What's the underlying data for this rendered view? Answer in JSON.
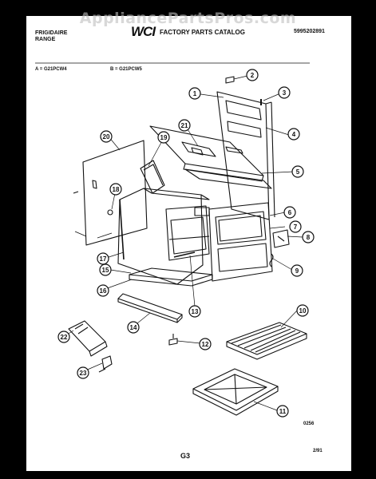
{
  "watermark": "AppliancePartsPros.com",
  "header": {
    "brand_line1": "FRIGIDAIRE",
    "brand_line2": "RANGE",
    "logo": "WCI",
    "catalog": "FACTORY PARTS CATALOG",
    "catalog_number": "5995202891",
    "model_a": "A = G21PCW4",
    "model_b": "B = G21PCW5"
  },
  "footer": {
    "drawing_code": "0256",
    "page_label": "G3",
    "date": "2/91"
  },
  "callouts": [
    "1",
    "2",
    "3",
    "4",
    "5",
    "6",
    "7",
    "8",
    "9",
    "10",
    "11",
    "12",
    "13",
    "14",
    "15",
    "16",
    "17",
    "18",
    "19",
    "20",
    "21",
    "22",
    "23"
  ]
}
